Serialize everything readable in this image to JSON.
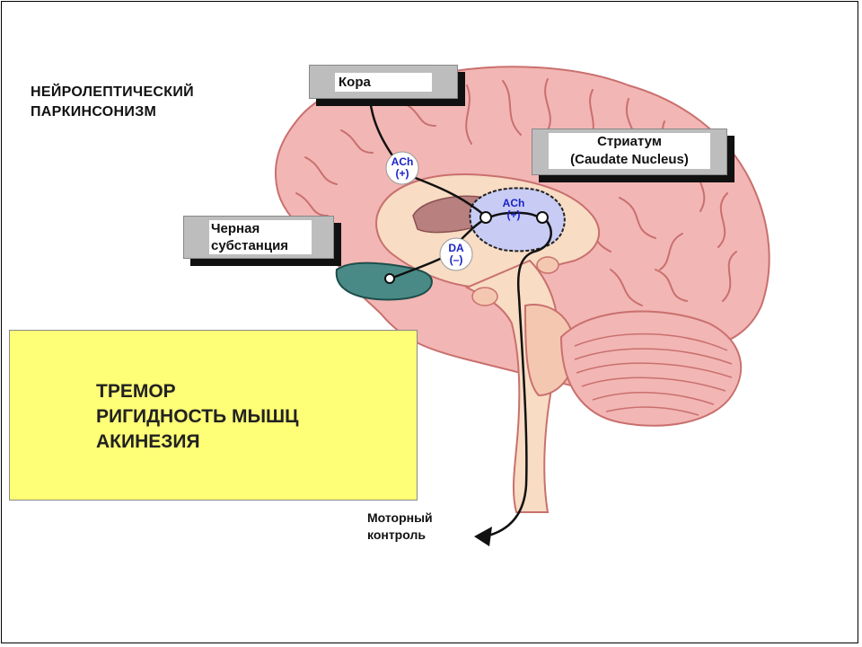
{
  "title": {
    "line1": "НЕЙРОЛЕПТИЧЕСКИЙ",
    "line2": "ПАРКИНСОНИЗМ"
  },
  "labels": {
    "cortex": "Кора",
    "striatum_line1": "Стриатум",
    "striatum_line2": "(Caudate Nucleus)",
    "nigra_line1": "Черная",
    "nigra_line2": "субстанция",
    "motor_line1": "Моторный",
    "motor_line2": "контроль"
  },
  "transmitters": {
    "ach_cortex_name": "ACh",
    "ach_cortex_sign": "(+)",
    "ach_striatum_name": "ACh",
    "ach_striatum_sign": "(+)",
    "da_name": "DA",
    "da_sign": "(–)"
  },
  "symptoms": {
    "line1": "ТРЕМОР",
    "line2": "РИГИДНОСТЬ МЫШЦ",
    "line3": "АКИНЕЗИЯ"
  },
  "colors": {
    "cortex": "#f2b6b4",
    "cortex_fold": "#c9706e",
    "inner_brain": "#f8dcc4",
    "striatum_highlight": "#c8ccf4",
    "substantia_nigra": "#4a8a86",
    "symptoms_background": "#ffff77",
    "transmitter_text": "#1a22c8"
  }
}
